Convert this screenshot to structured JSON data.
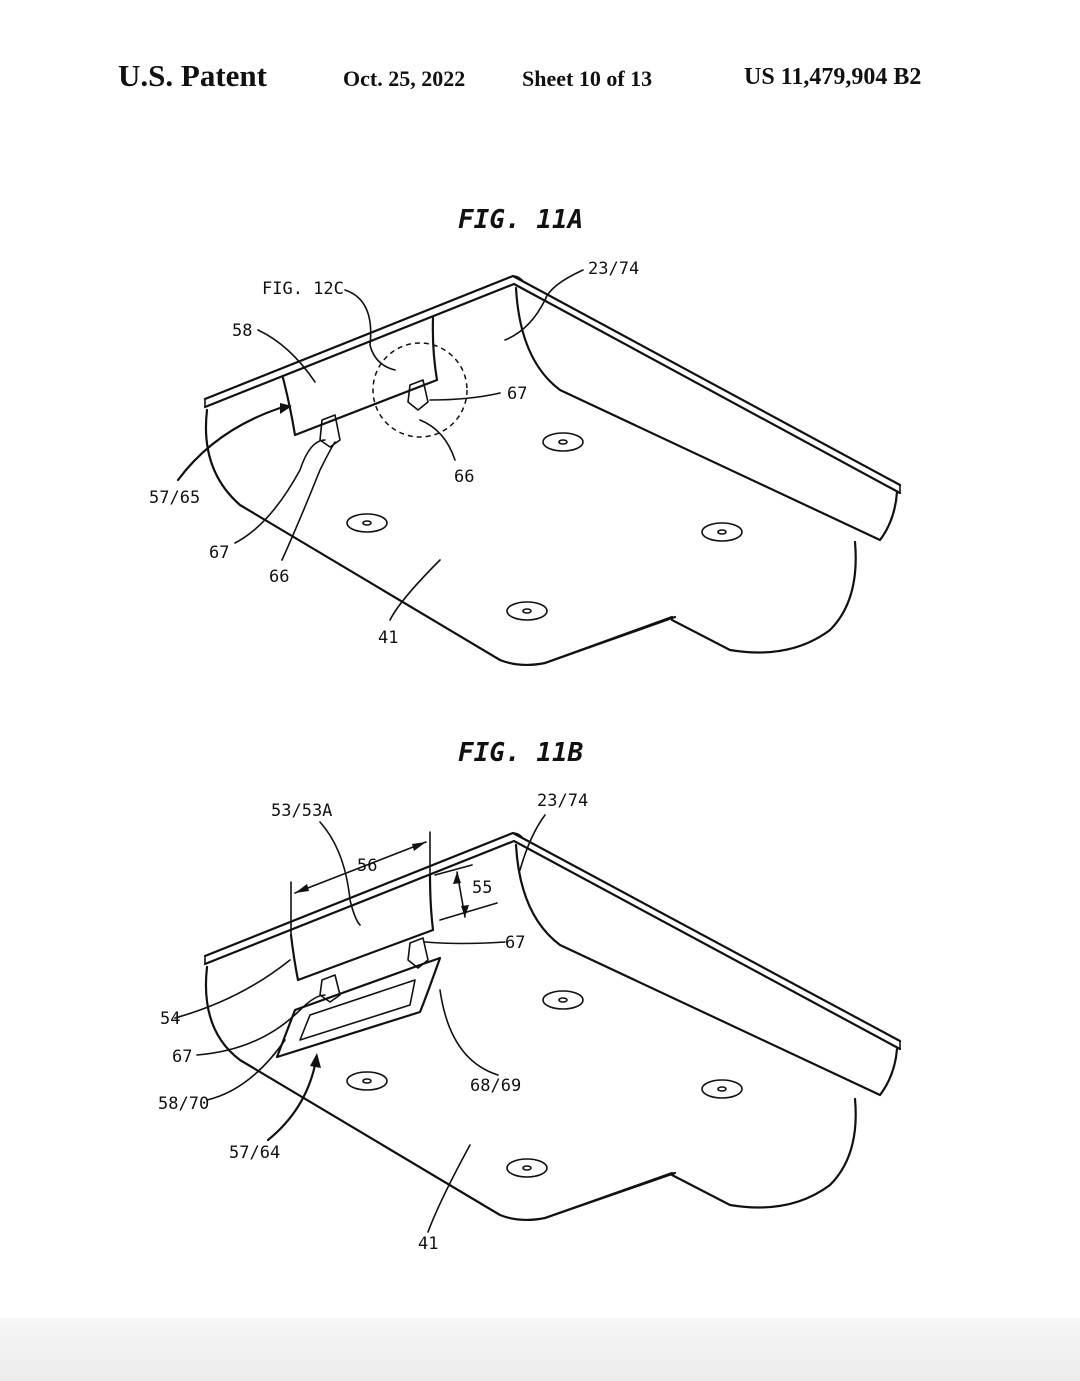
{
  "header": {
    "publication": "U.S. Patent",
    "date": "Oct. 25, 2022",
    "sheet": "Sheet 10 of 13",
    "patent_number": "US 11,479,904 B2"
  },
  "fig_a": {
    "title": "FIG. 11A",
    "labels": {
      "ref_fig12c": "FIG. 12C",
      "l_23_74": "23/74",
      "l_58": "58",
      "l_67_right": "67",
      "l_66_right": "66",
      "l_57_65": "57/65",
      "l_67_left": "67",
      "l_66_left": "66",
      "l_41": "41"
    }
  },
  "fig_b": {
    "title": "FIG. 11B",
    "labels": {
      "l_53_53a": "53/53A",
      "l_23_74": "23/74",
      "l_56": "56",
      "l_55": "55",
      "l_67_right": "67",
      "l_54": "54",
      "l_67_left": "67",
      "l_58_70": "58/70",
      "l_68_69": "68/69",
      "l_57_64": "57/64",
      "l_41": "41"
    }
  }
}
